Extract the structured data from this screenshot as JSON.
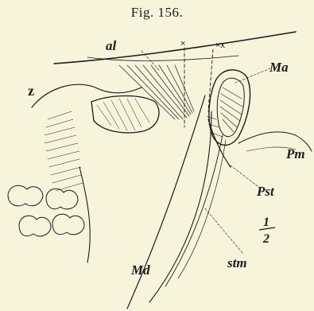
{
  "figure": {
    "title": "Fig. 156.",
    "scale": {
      "numerator": "1",
      "denominator": "2"
    },
    "labels": {
      "z": "z",
      "al": "al",
      "x1": "×",
      "x2": "×x",
      "ma": "Ma",
      "pm": "Pm",
      "pst": "Pst",
      "md": "Md",
      "stm": "stm"
    }
  }
}
